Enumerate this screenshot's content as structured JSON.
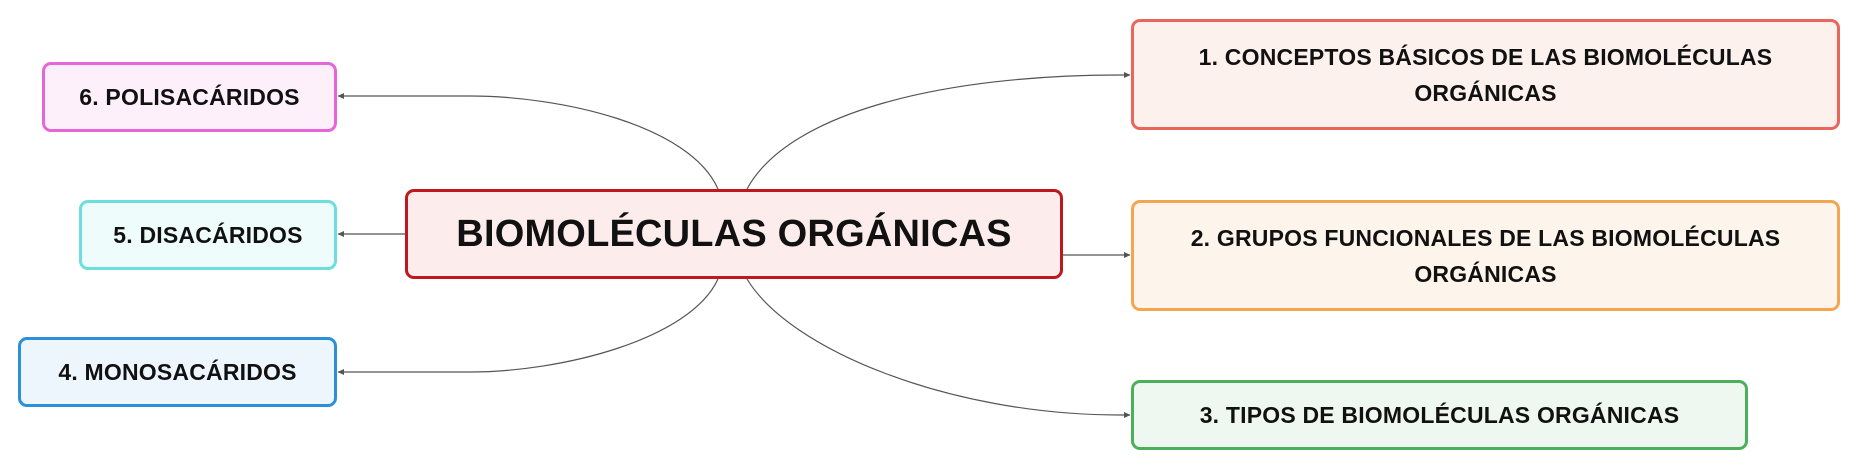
{
  "mindmap": {
    "central": {
      "label": "BIOMOLÉCULAS ORGÁNICAS",
      "colors": {
        "fill": "#fdecec",
        "border": "#c0171e"
      }
    },
    "right_topics": [
      {
        "label": "1. CONCEPTOS BÁSICOS DE LAS BIOMOLÉCULAS ORGÁNICAS",
        "colors": {
          "fill": "#fdf1ee",
          "border": "#e8675a"
        }
      },
      {
        "label": "2. GRUPOS FUNCIONALES DE LAS BIOMOLÉCULAS ORGÁNICAS",
        "colors": {
          "fill": "#fdf4ec",
          "border": "#f4a552"
        }
      },
      {
        "label": "3. TIPOS DE BIOMOLÉCULAS ORGÁNICAS",
        "colors": {
          "fill": "#eff8f0",
          "border": "#4caf59"
        }
      }
    ],
    "left_topics": [
      {
        "label": "4. MONOSACÁRIDOS",
        "colors": {
          "fill": "#eef6fd",
          "border": "#2d8fd8"
        }
      },
      {
        "label": "5. DISACÁRIDOS",
        "colors": {
          "fill": "#eefcfc",
          "border": "#6cdede"
        }
      },
      {
        "label": "6. POLISACÁRIDOS",
        "colors": {
          "fill": "#fdf0fb",
          "border": "#e864d9"
        }
      }
    ],
    "connector_color": "#555555"
  }
}
